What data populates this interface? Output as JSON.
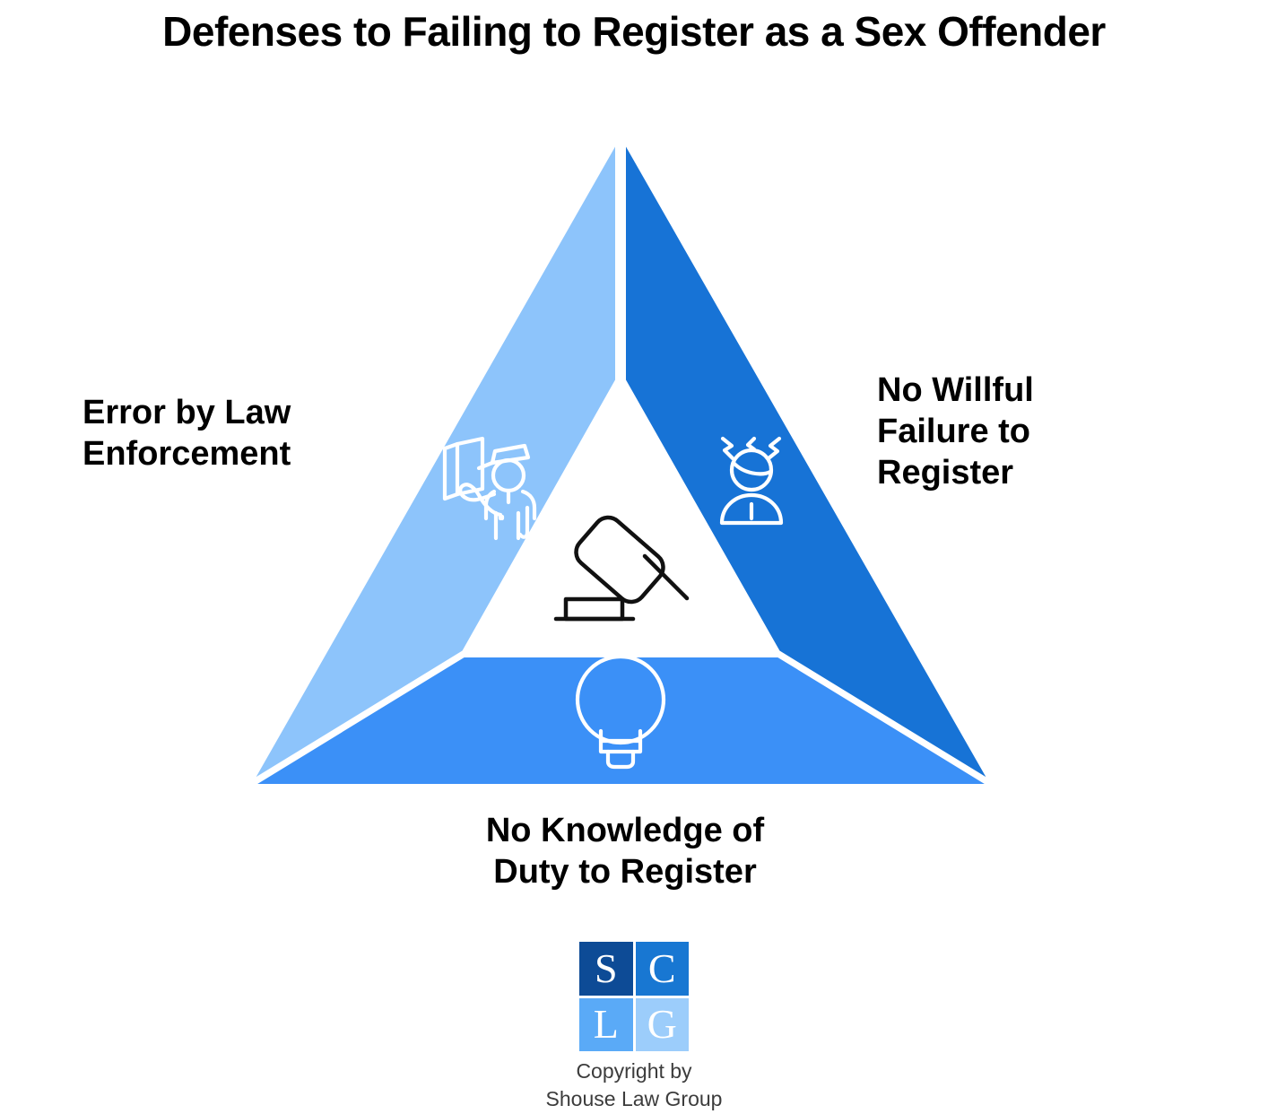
{
  "title": "Defenses to Failing to Register as a Sex Offender",
  "diagram": {
    "type": "segmented-triangle",
    "segments": [
      {
        "id": "left",
        "label": "Error by Law Enforcement",
        "label_line_1": "Error by Law",
        "label_line_2": "Enforcement",
        "color": "#8dc4fb",
        "icon": "police-officer-with-file-icon",
        "position": "left"
      },
      {
        "id": "right",
        "label": "No Willful Failure to Register",
        "label_line_1": "No Willful",
        "label_line_2": "Failure to",
        "label_line_3": "Register",
        "color": "#1773d6",
        "icon": "stressed-person-icon",
        "position": "right"
      },
      {
        "id": "bottom",
        "label": "No Knowledge of Duty to Register",
        "label_line_1": "No Knowledge of",
        "label_line_2": "Duty to Register",
        "color": "#3b90f7",
        "icon": "lightbulb-icon",
        "position": "bottom"
      }
    ],
    "center_icon": "gavel-icon",
    "center_fill": "#ffffff",
    "outline_color": "#ffffff",
    "icon_stroke": "#ffffff"
  },
  "logo": {
    "name": "shouse-law-group-logo",
    "cells": [
      {
        "letter": "S",
        "color": "#0d4b96"
      },
      {
        "letter": "C",
        "color": "#1877d2"
      },
      {
        "letter": "L",
        "color": "#5aaaf7"
      },
      {
        "letter": "G",
        "color": "#9ccdfb"
      }
    ],
    "copyright_line_1": "Copyright by",
    "copyright_line_2": "Shouse Law Group"
  }
}
